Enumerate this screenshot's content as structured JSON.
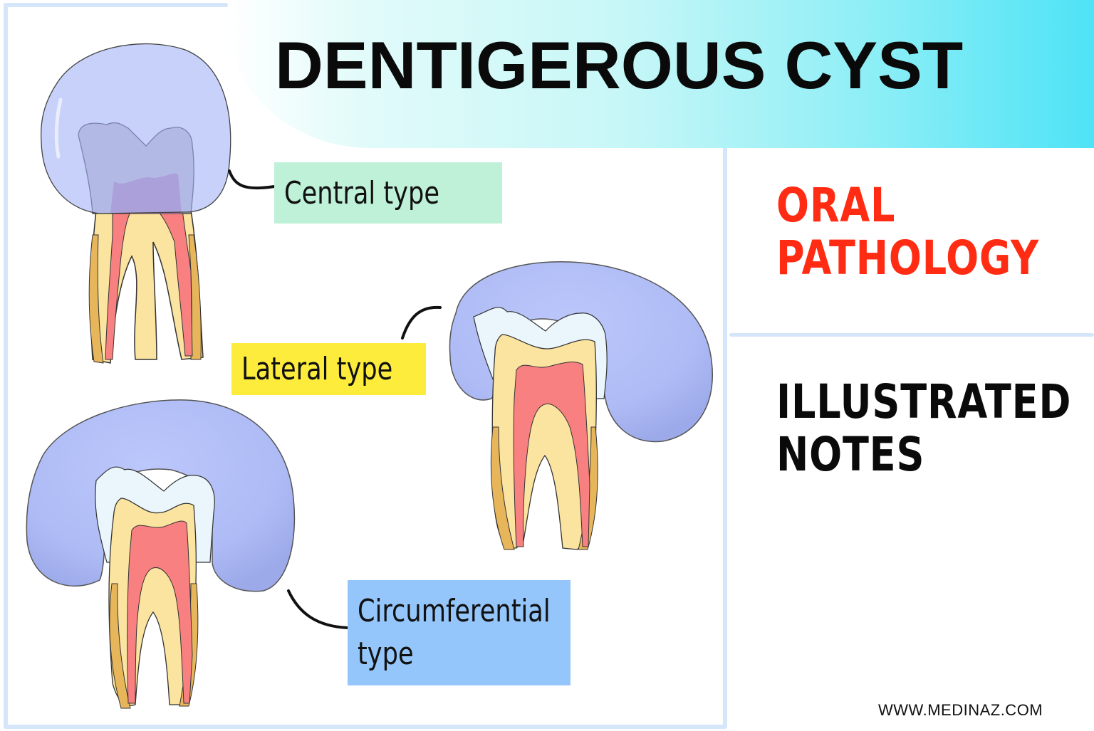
{
  "title": "DENTIGEROUS CYST",
  "side_panel": {
    "subject_lines": [
      "ORAL",
      "PATHOLOGY"
    ],
    "series_lines": [
      "ILLUSTRATED",
      "NOTES"
    ]
  },
  "diagram": {
    "types": [
      {
        "id": "central",
        "label": "Central type",
        "label_color": "#bff1d9"
      },
      {
        "id": "lateral",
        "label": "Lateral type",
        "label_color": "#fdec3c"
      },
      {
        "id": "circumferential",
        "label_lines": [
          "Circumferential",
          "type"
        ],
        "label_color": "#95c6fb"
      }
    ],
    "colors": {
      "cyst": "#b3bff7",
      "enamel": "#eaf6fb",
      "dentin": "#fbe3a0",
      "pulp": "#f98080",
      "cementum": "#e8b65a",
      "outline": "#333333"
    }
  },
  "footer": {
    "url": "WWW.MEDINAZ.COM"
  },
  "accents": {
    "banner_gradient_end": "#4ee3f6",
    "subject_red": "#ff2b12",
    "frame_blue": "#d6e6fa"
  }
}
